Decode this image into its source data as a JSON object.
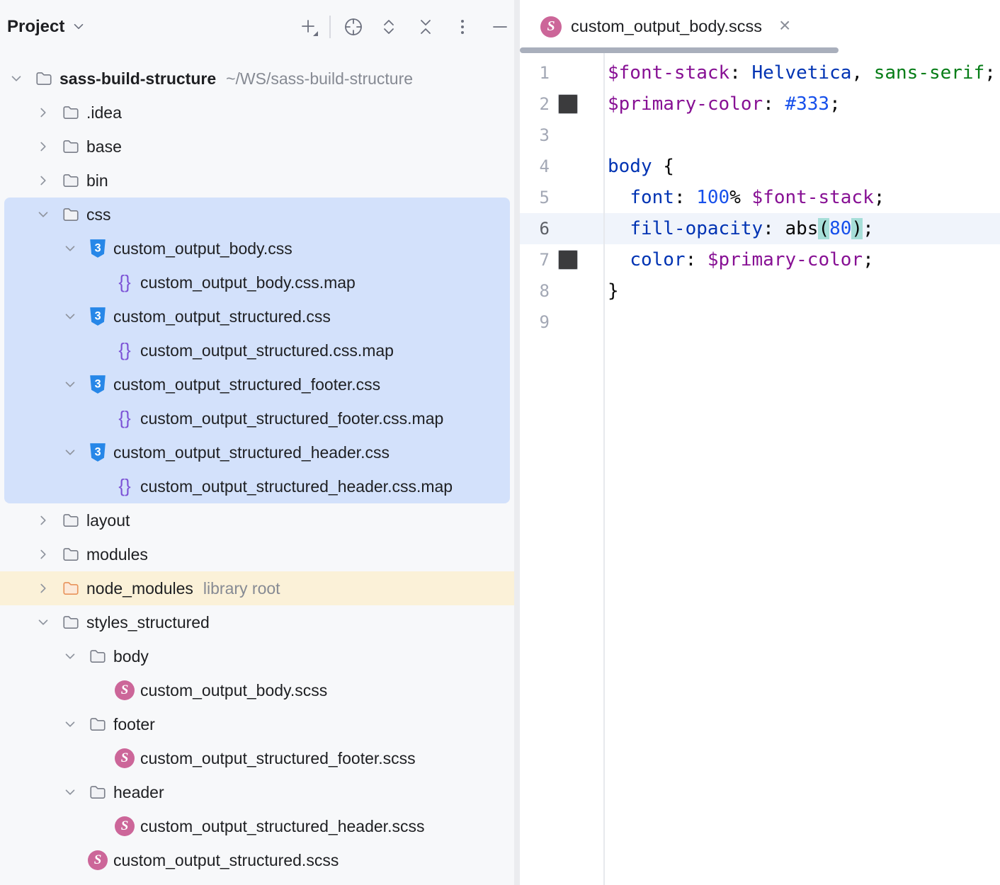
{
  "tool_window": {
    "title": "Project",
    "toolbar_icons": [
      "chevron-down-icon",
      "add-icon",
      "locate-opened-file-icon",
      "expand-all-icon",
      "collapse-all-icon",
      "more-options-icon",
      "hide-icon"
    ]
  },
  "tree": {
    "rows": [
      {
        "label": "sass-build-structure",
        "suffix": "~/WS/sass-build-structure",
        "icon": "folder"
      },
      {
        "label": ".idea",
        "icon": "folder"
      },
      {
        "label": "base",
        "icon": "folder"
      },
      {
        "label": "bin",
        "icon": "folder"
      },
      {
        "label": "css",
        "icon": "folder"
      },
      {
        "label": "custom_output_body.css",
        "icon": "css-file"
      },
      {
        "label": "custom_output_body.css.map",
        "icon": "map-file"
      },
      {
        "label": "custom_output_structured.css",
        "icon": "css-file"
      },
      {
        "label": "custom_output_structured.css.map",
        "icon": "map-file"
      },
      {
        "label": "custom_output_structured_footer.css",
        "icon": "css-file"
      },
      {
        "label": "custom_output_structured_footer.css.map",
        "icon": "map-file"
      },
      {
        "label": "custom_output_structured_header.css",
        "icon": "css-file"
      },
      {
        "label": "custom_output_structured_header.css.map",
        "icon": "map-file"
      },
      {
        "label": "layout",
        "icon": "folder"
      },
      {
        "label": "modules",
        "icon": "folder"
      },
      {
        "label": "node_modules",
        "suffix": "library root",
        "icon": "folder-library"
      },
      {
        "label": "styles_structured",
        "icon": "folder"
      },
      {
        "label": "body",
        "icon": "folder"
      },
      {
        "label": "custom_output_body.scss",
        "icon": "scss-file"
      },
      {
        "label": "footer",
        "icon": "folder"
      },
      {
        "label": "custom_output_structured_footer.scss",
        "icon": "scss-file"
      },
      {
        "label": "header",
        "icon": "folder"
      },
      {
        "label": "custom_output_structured_header.scss",
        "icon": "scss-file"
      },
      {
        "label": "custom_output_structured.scss",
        "icon": "scss-file"
      }
    ],
    "css3_glyph": "3",
    "map_glyph": "{}",
    "sass_glyph": "S"
  },
  "editor": {
    "tab": {
      "title": "custom_output_body.scss",
      "close_glyph": "×"
    },
    "code": {
      "lines": [
        {
          "no": "1",
          "tokens": [
            "$font-stack",
            ": ",
            "Helvetica",
            ", ",
            "sans-serif",
            ";"
          ]
        },
        {
          "no": "2",
          "tokens": [
            "$primary-color",
            ": ",
            "#333",
            ";"
          ]
        },
        {
          "no": "3",
          "tokens": []
        },
        {
          "no": "4",
          "tokens": [
            "body",
            " {"
          ]
        },
        {
          "no": "5",
          "tokens": [
            "  ",
            "font",
            ": ",
            "100",
            "% ",
            "$font-stack",
            ";"
          ]
        },
        {
          "no": "6",
          "tokens": [
            "  ",
            "fill-opacity",
            ": ",
            "abs",
            "(",
            "80",
            ")",
            ";"
          ]
        },
        {
          "no": "7",
          "tokens": [
            "  ",
            "color",
            ": ",
            "$primary-color",
            ";"
          ]
        },
        {
          "no": "8",
          "tokens": [
            "}"
          ]
        },
        {
          "no": "9",
          "tokens": []
        }
      ]
    }
  },
  "colors": {
    "selection_bg": "#D3E1FB",
    "library_row_bg": "#FBF1D8",
    "current_line_bg": "#F0F4FB",
    "brace_match_bg": "#A6DED8",
    "scss_var": "#871094",
    "property_keyword": "#0033B3",
    "number": "#1750EB",
    "string": "#067D17",
    "sass_pink": "#CC6699",
    "css_blue": "#2787E8",
    "map_purple": "#7C52D6",
    "color_chip": "#3B3B3D"
  }
}
